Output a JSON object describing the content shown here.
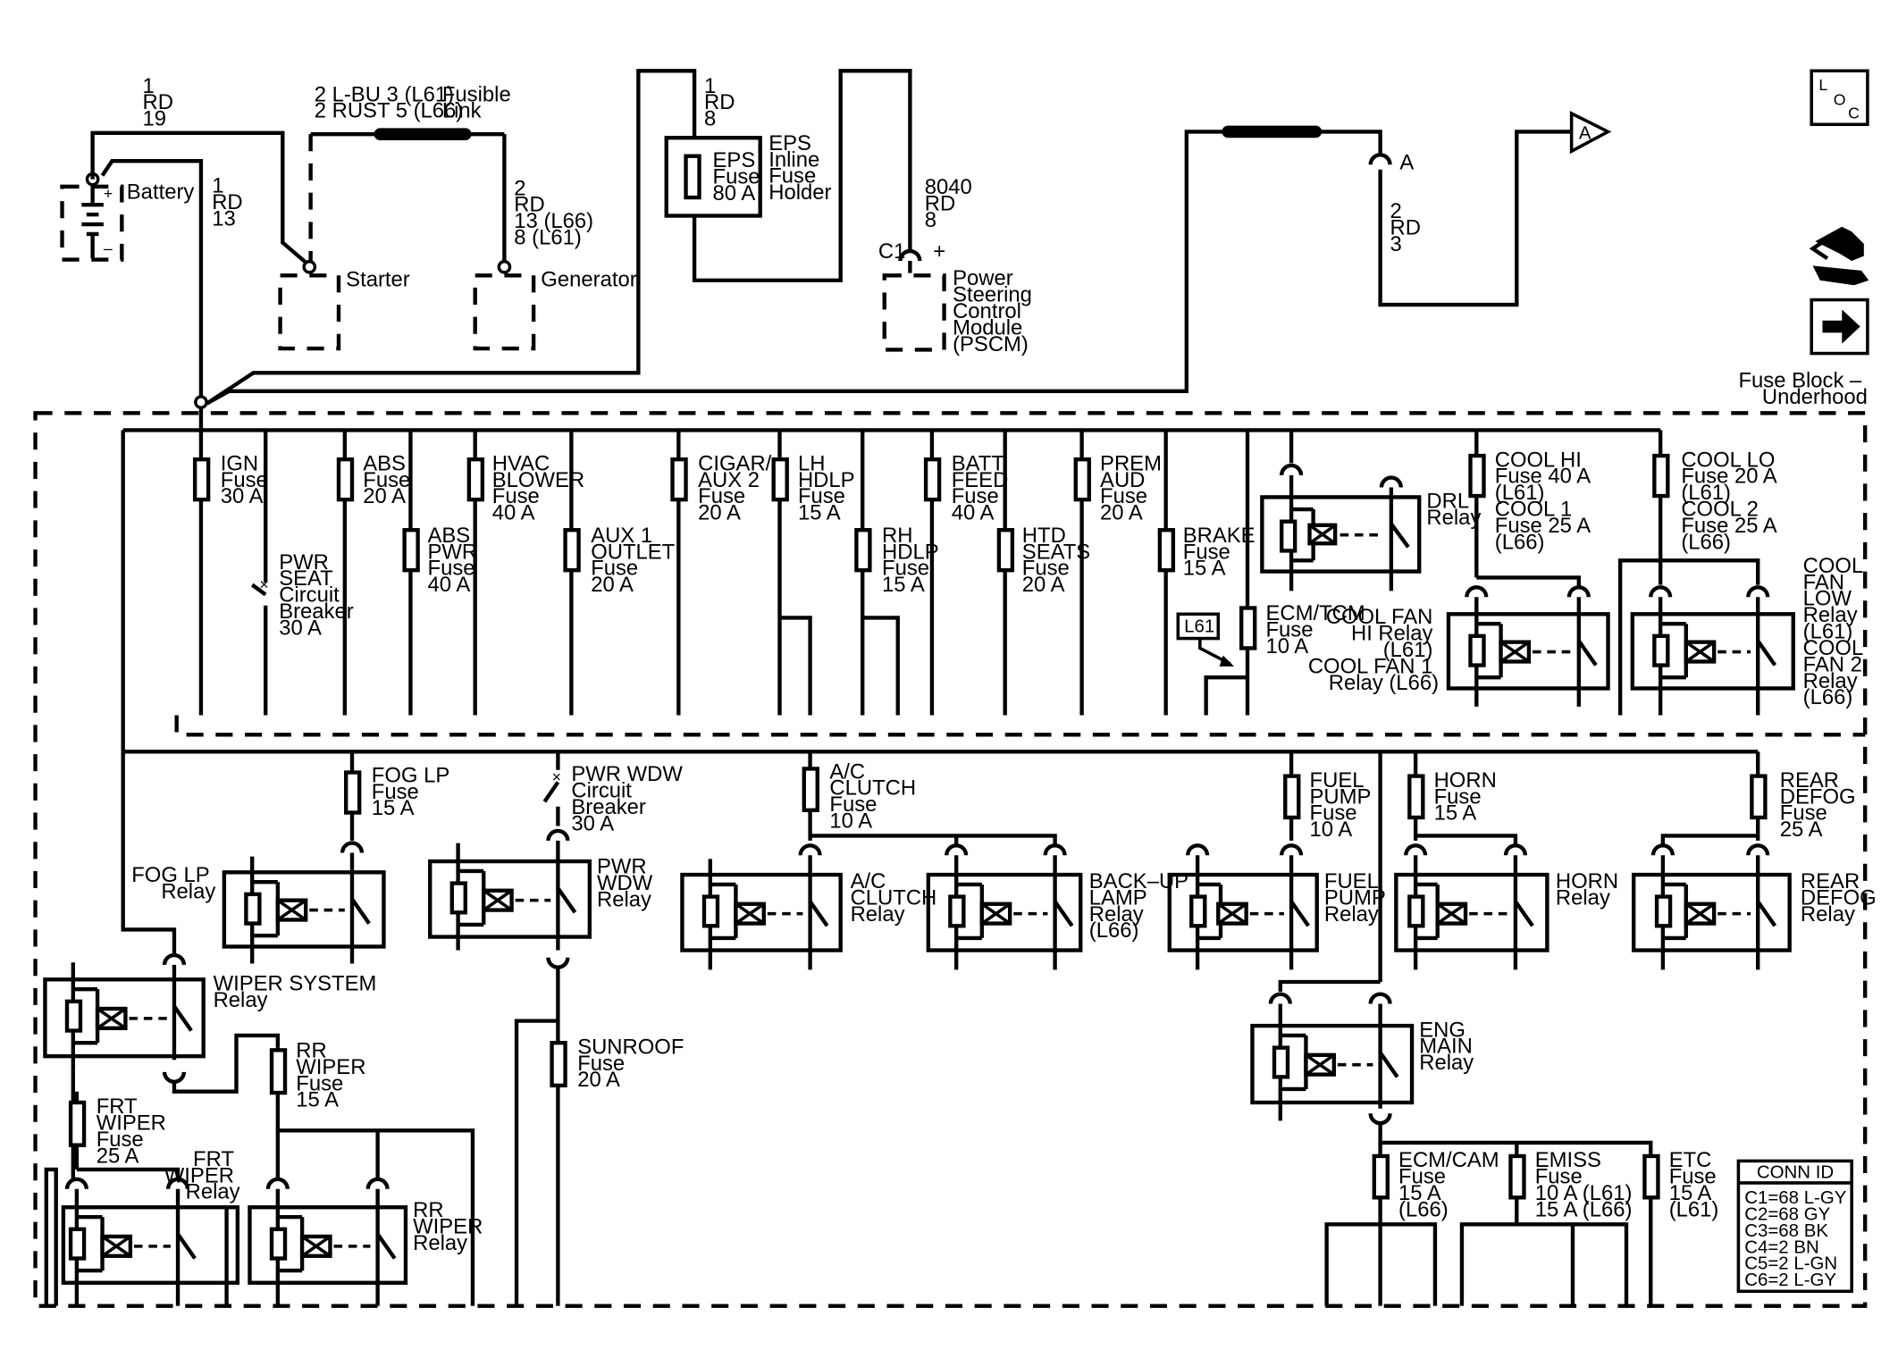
{
  "battery": {
    "wire_top": [
      "1",
      "RD",
      "19"
    ],
    "wire_main": [
      "1",
      "RD",
      "13"
    ],
    "label": "Battery",
    "plus": "+",
    "minus": "–"
  },
  "fusible_link": {
    "wires": [
      "2 L-BU 3 (L61)",
      "2 RUST 5 (L66)"
    ],
    "label": [
      "Fusible",
      "Link"
    ]
  },
  "starter": {
    "label": "Starter"
  },
  "generator": {
    "label": "Generator",
    "wire": [
      "2",
      "RD",
      "13 (L66)",
      "8 (L61)"
    ]
  },
  "eps": {
    "wire": [
      "1",
      "RD",
      "8"
    ],
    "fuse": [
      "EPS",
      "Fuse",
      "80 A"
    ],
    "holder": [
      "EPS",
      "Inline",
      "Fuse",
      "Holder"
    ]
  },
  "pscm": {
    "wire": [
      "8040",
      "RD",
      "8"
    ],
    "connector": "C1",
    "plus": "+",
    "label": [
      "Power",
      "Steering",
      "Control",
      "Module",
      "(PSCM)"
    ]
  },
  "offpage": {
    "connector_a": "A",
    "wire": [
      "2",
      "RD",
      "3"
    ],
    "arrow": "A"
  },
  "icons": {
    "loc": [
      "L",
      "O",
      "C"
    ],
    "legend_icon": "service-info-icon",
    "next_icon": "right-arrow-icon"
  },
  "fuse_block": {
    "label": [
      "Fuse Block –",
      "Underhood"
    ]
  },
  "upper_fuses": [
    {
      "id": "ign",
      "label": [
        "IGN",
        "Fuse",
        "30 A"
      ]
    },
    {
      "id": "pwr_seat",
      "label": [
        "PWR",
        "SEAT",
        "Circuit",
        "Breaker",
        "30 A"
      ]
    },
    {
      "id": "abs",
      "label": [
        "ABS",
        "Fuse",
        "20 A"
      ]
    },
    {
      "id": "abs_pwr",
      "label": [
        "ABS",
        "PWR",
        "Fuse",
        "40 A"
      ]
    },
    {
      "id": "hvac",
      "label": [
        "HVAC",
        "BLOWER",
        "Fuse",
        "40 A"
      ]
    },
    {
      "id": "aux1",
      "label": [
        "AUX 1",
        "OUTLET",
        "Fuse",
        "20 A"
      ]
    },
    {
      "id": "cigar",
      "label": [
        "CIGAR/",
        "AUX 2",
        "Fuse",
        "20 A"
      ]
    },
    {
      "id": "lh_hdlp",
      "label": [
        "LH",
        "HDLP",
        "Fuse",
        "15 A"
      ]
    },
    {
      "id": "rh_hdlp",
      "label": [
        "RH",
        "HDLP",
        "Fuse",
        "15 A"
      ]
    },
    {
      "id": "batt",
      "label": [
        "BATT",
        "FEED",
        "Fuse",
        "40 A"
      ]
    },
    {
      "id": "htd",
      "label": [
        "HTD",
        "SEATS",
        "Fuse",
        "20 A"
      ]
    },
    {
      "id": "prem",
      "label": [
        "PREM",
        "AUD",
        "Fuse",
        "20 A"
      ]
    },
    {
      "id": "brake",
      "label": [
        "BRAKE",
        "Fuse",
        "15 A"
      ]
    },
    {
      "id": "ecm_tcm",
      "label": [
        "ECM/TCM",
        "Fuse",
        "10 A"
      ]
    },
    {
      "id": "cool_hi",
      "label": [
        "COOL HI",
        "Fuse  40 A",
        "(L61)",
        "COOL 1",
        "Fuse  25 A",
        "(L66)"
      ]
    },
    {
      "id": "cool_lo",
      "label": [
        "COOL LO",
        "Fuse 20 A",
        "(L61)",
        "COOL 2",
        "Fuse 25 A",
        "(L66)"
      ]
    }
  ],
  "l61_tag": "L61",
  "upper_relays": {
    "drl": [
      "DRL",
      "Relay"
    ],
    "cool_fan_hi": [
      "COOL FAN",
      "HI Relay",
      "(L61)",
      "COOL FAN 1",
      "Relay (L66)"
    ],
    "cool_fan_low": [
      "COOL",
      "FAN",
      "LOW",
      "Relay",
      "(L61)",
      "COOL",
      "FAN 2",
      "Relay",
      "(L66)"
    ]
  },
  "lower_fuses": [
    {
      "id": "fog",
      "label": [
        "FOG LP",
        "Fuse",
        "15 A"
      ]
    },
    {
      "id": "pwr_wdw_cb",
      "label": [
        "PWR WDW",
        "Circuit",
        "Breaker",
        "30 A"
      ]
    },
    {
      "id": "ac_clutch",
      "label": [
        "A/C",
        "CLUTCH",
        "Fuse",
        "10 A"
      ]
    },
    {
      "id": "fuel_pump",
      "label": [
        "FUEL",
        "PUMP",
        "Fuse",
        "10 A"
      ]
    },
    {
      "id": "horn",
      "label": [
        "HORN",
        "Fuse",
        "15 A"
      ]
    },
    {
      "id": "rear_defog",
      "label": [
        "REAR",
        "DEFOG",
        "Fuse",
        "25 A"
      ]
    },
    {
      "id": "sunroof",
      "label": [
        "SUNROOF",
        "Fuse",
        "20 A"
      ]
    },
    {
      "id": "rr_wiper",
      "label": [
        "RR",
        "WIPER",
        "Fuse",
        "15 A"
      ]
    },
    {
      "id": "frt_wiper",
      "label": [
        "FRT",
        "WIPER",
        "Fuse",
        "25 A"
      ]
    },
    {
      "id": "ecm_cam",
      "label": [
        "ECM/CAM",
        "Fuse",
        "15 A",
        "(L66)"
      ]
    },
    {
      "id": "emiss",
      "label": [
        "EMISS",
        "Fuse",
        "10 A (L61)",
        "15 A (L66)"
      ]
    },
    {
      "id": "etc",
      "label": [
        "ETC",
        "Fuse",
        "15 A",
        "(L61)"
      ]
    }
  ],
  "lower_relays": {
    "fog": [
      "FOG LP",
      "Relay"
    ],
    "pwr_wdw": [
      "PWR",
      "WDW",
      "Relay"
    ],
    "ac_clutch": [
      "A/C",
      "CLUTCH",
      "Relay"
    ],
    "backup": [
      "BACK–UP",
      "LAMP",
      "Relay",
      "(L66)"
    ],
    "fuel_pump": [
      "FUEL",
      "PUMP",
      "Relay"
    ],
    "horn": [
      "HORN",
      "Relay"
    ],
    "rear_defog": [
      "REAR",
      "DEFOG",
      "Relay"
    ],
    "wiper_system": [
      "WIPER SYSTEM",
      "Relay"
    ],
    "frt_wiper": [
      "FRT",
      "WIPER",
      "Relay"
    ],
    "rr_wiper": [
      "RR",
      "WIPER",
      "Relay"
    ],
    "eng_main": [
      "ENG",
      "MAIN",
      "Relay"
    ]
  },
  "conn_id": {
    "title": "CONN ID",
    "rows": [
      "C1=68 L-GY",
      "C2=68 GY",
      "C3=68 BK",
      "C4=2 BN",
      "C5=2 L-GN",
      "C6=2 L-GY"
    ]
  }
}
